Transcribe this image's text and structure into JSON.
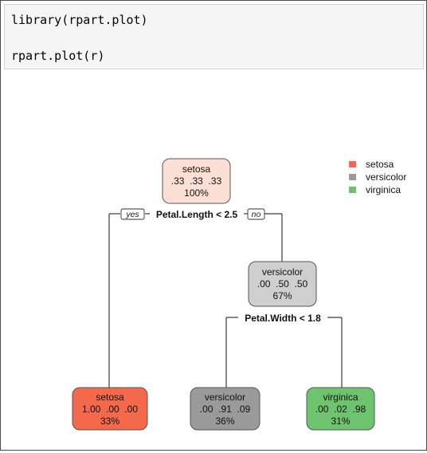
{
  "code": {
    "line1": "library(rpart.plot)",
    "line2": "rpart.plot(r)"
  },
  "legend": [
    {
      "label": "setosa",
      "color": "#f4694b"
    },
    {
      "label": "versicolor",
      "color": "#9a9a9a"
    },
    {
      "label": "virginica",
      "color": "#6ec46e"
    }
  ],
  "tree": {
    "nodes": {
      "root": {
        "class": "setosa",
        "probs": ".33  .33  .33",
        "pct": "100%"
      },
      "mid": {
        "class": "versicolor",
        "probs": ".00  .50  .50",
        "pct": "67%"
      },
      "leaf_setosa": {
        "class": "setosa",
        "probs": "1.00  .00  .00",
        "pct": "33%"
      },
      "leaf_versicolor": {
        "class": "versicolor",
        "probs": ".00  .91  .09",
        "pct": "36%"
      },
      "leaf_virginica": {
        "class": "virginica",
        "probs": ".00  .02  .98",
        "pct": "31%"
      }
    },
    "splits": {
      "root": "Petal.Length < 2.5",
      "mid": "Petal.Width < 1.8"
    },
    "branch_labels": {
      "yes": "yes",
      "no": "no"
    }
  }
}
